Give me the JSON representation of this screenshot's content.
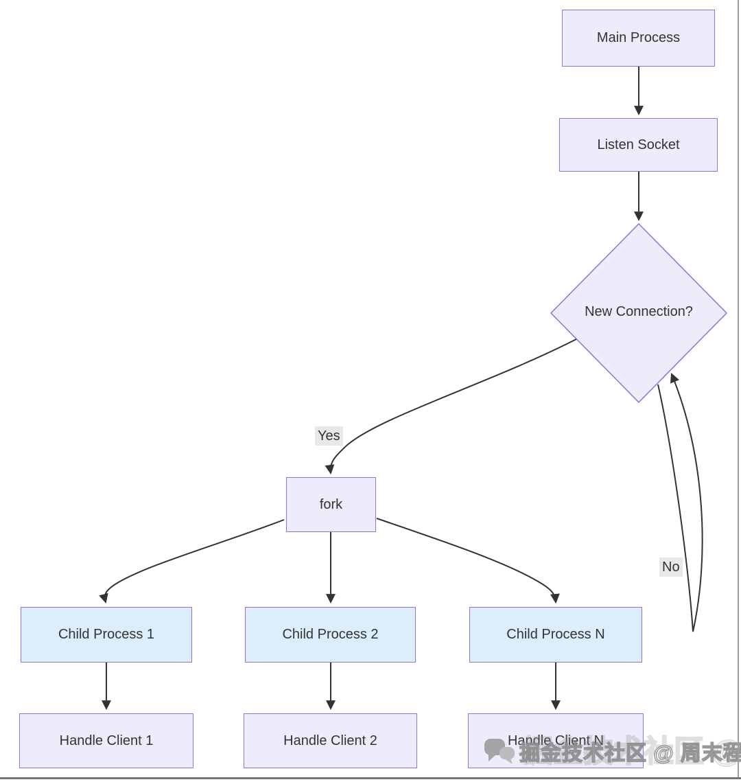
{
  "colors": {
    "canvas_bg": "#FFFFFF",
    "node_fill_lavender": "#ECECFA",
    "node_fill_blue": "#DCEEFB",
    "node_border": "#9370DB",
    "edge_stroke": "#333333",
    "edge_label_bg": "#E8E8E8",
    "node_text": "#333333",
    "frame_line": "#9E9E9E",
    "bottom_line": "#757575",
    "watermark_gray": "#8A8A8A"
  },
  "nodes": {
    "main_process": "Main Process",
    "listen_socket": "Listen Socket",
    "new_connection": "New Connection?",
    "fork": "fork",
    "child_process_1": "Child Process 1",
    "child_process_2": "Child Process 2",
    "child_process_n": "Child Process N",
    "handle_client_1": "Handle Client 1",
    "handle_client_2": "Handle Client 2",
    "handle_client_n": "Handle Client N"
  },
  "edge_labels": {
    "yes": "Yes",
    "no": "No"
  },
  "watermark": {
    "icon": "chat-bubbles-icon",
    "text": "掘金技术社区 @ 周末程序猿"
  }
}
